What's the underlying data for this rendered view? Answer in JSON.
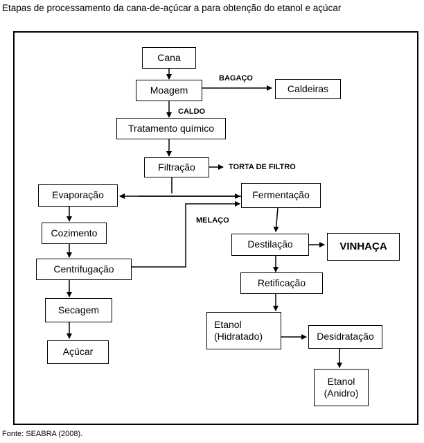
{
  "title": "Etapas de processamento da cana-de-açúcar a para obtenção do etanol e açúcar",
  "source": "Fonte: SEABRA (2008).",
  "boxes": {
    "cana": "Cana",
    "moagem": "Moagem",
    "caldeiras": "Caldeiras",
    "tratamento": "Tratamento químico",
    "filtracao": "Filtração",
    "evaporacao": "Evaporação",
    "fermentacao": "Fermentação",
    "cozimento": "Cozimento",
    "destilacao": "Destilação",
    "vinhaca": "VINHAÇA",
    "centrifugacao": "Centrifugação",
    "retificacao": "Retificação",
    "secagem": "Secagem",
    "etanol_hidratado": "Etanol\n(Hidratado)",
    "desidratacao": "Desidratação",
    "acucar": "Açúcar",
    "etanol_anidro": "Etanol\n(Anidro)"
  },
  "labels": {
    "bagaco": "BAGAÇO",
    "caldo": "CALDO",
    "torta": "TORTA DE FILTRO",
    "melaco": "MELAÇO"
  }
}
